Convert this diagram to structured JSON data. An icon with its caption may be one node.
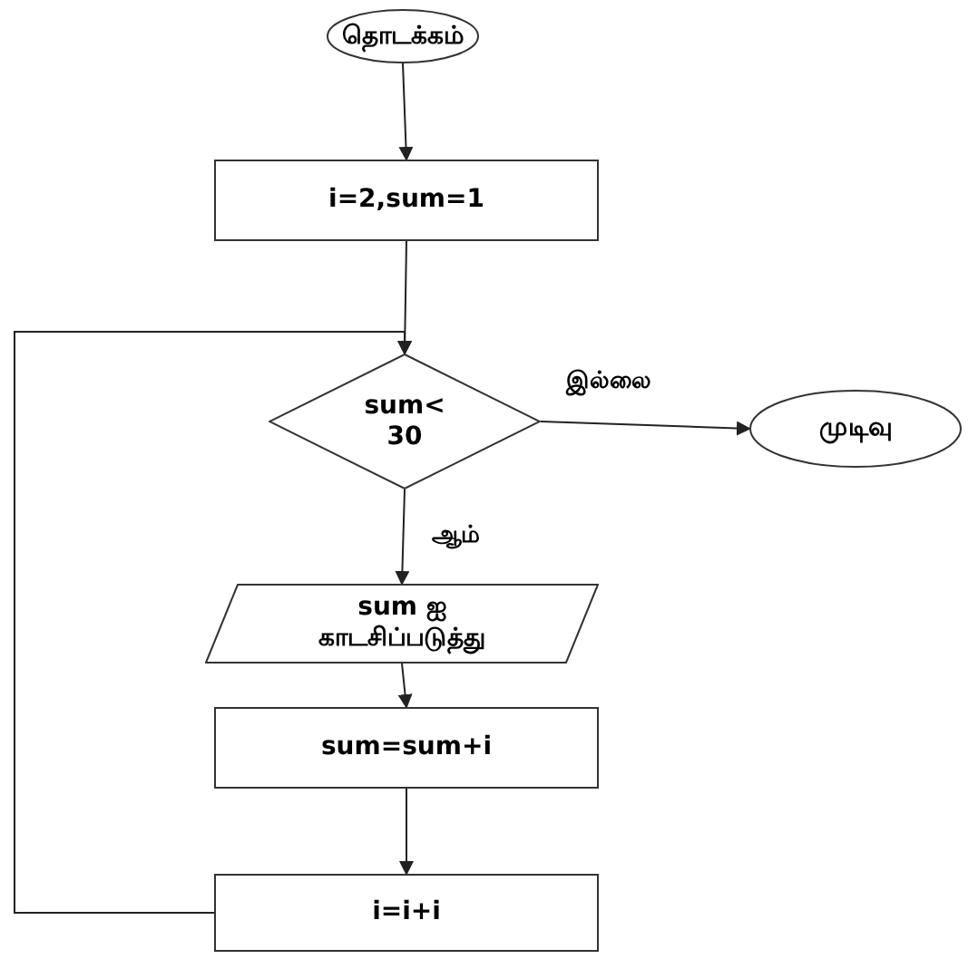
{
  "diagram": {
    "nodes": [
      {
        "text": [
          "தொடக்கம்"
        ]
      },
      {
        "text": [
          "i=2,sum=1"
        ]
      },
      {
        "text": [
          "sum< 30"
        ]
      },
      {
        "text": [
          "sum ஐ காடசிப்படுத்து"
        ]
      },
      {
        "text": [
          "sum=sum+i"
        ]
      },
      {
        "text": [
          "i=i+i"
        ]
      },
      {
        "text": [
          "முடிவு"
        ]
      }
    ],
    "edges": [
      {
        "from": 0,
        "to": 1,
        "arrow": "to"
      },
      {
        "from": 1,
        "to": 2,
        "arrow": "to"
      },
      {
        "from": 2,
        "to": 6,
        "arrow": "to",
        "label": "இல்லை"
      },
      {
        "from": 2,
        "to": 3,
        "arrow": "to",
        "label": "ஆம்"
      },
      {
        "from": 3,
        "to": 4,
        "arrow": "to"
      },
      {
        "from": 4,
        "to": 5,
        "arrow": "to"
      },
      {
        "from": 5,
        "to": 2,
        "arrow": "to"
      }
    ]
  }
}
